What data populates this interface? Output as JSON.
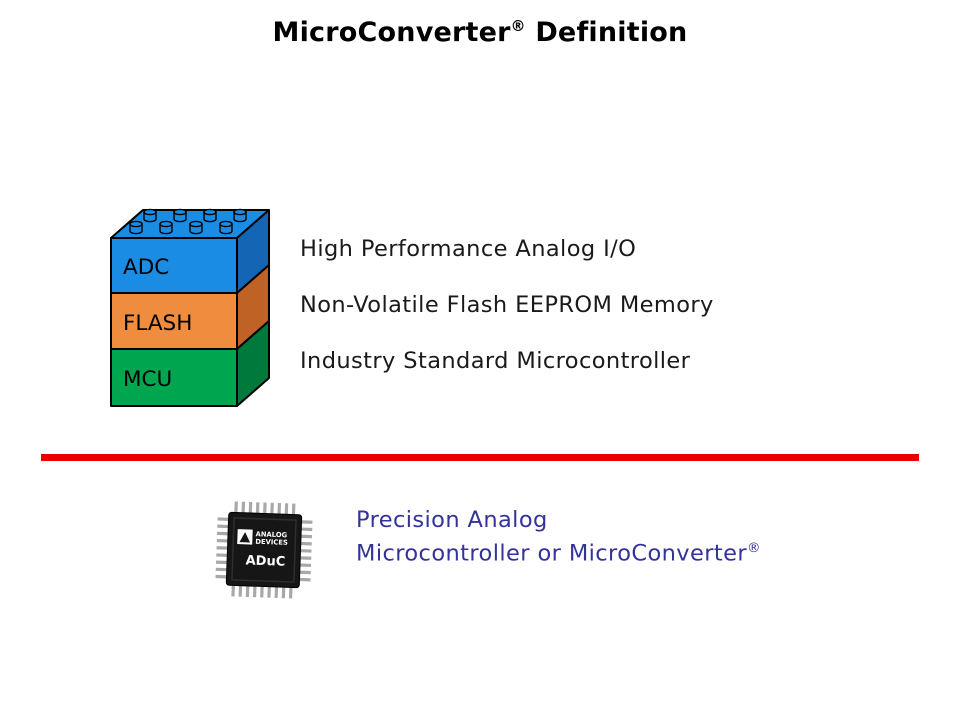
{
  "title": {
    "brand": "MicroConverter",
    "reg": "®",
    "rest": " Definition"
  },
  "stack": {
    "top_color": "#1b8ce4",
    "outline_color": "#000000",
    "layers": [
      {
        "label": "ADC",
        "front_color": "#1b8ce4",
        "side_color": "#1466b4"
      },
      {
        "label": "FLASH",
        "front_color": "#f08c3e",
        "side_color": "#bf6226"
      },
      {
        "label": "MCU",
        "front_color": "#00a550",
        "side_color": "#00793c"
      }
    ]
  },
  "bullets": [
    "High Performance Analog I/O",
    "Non-Volatile Flash EEPROM Memory",
    "Industry Standard Microcontroller"
  ],
  "divider_color": "#e80000",
  "chip": {
    "logo_line1": "ANALOG",
    "logo_line2": "DEVICES",
    "part_label": "ADuC"
  },
  "caption": {
    "line1": "Precision Analog",
    "line2": "Microcontroller or MicroConverter",
    "reg": "®",
    "color": "#333399"
  }
}
